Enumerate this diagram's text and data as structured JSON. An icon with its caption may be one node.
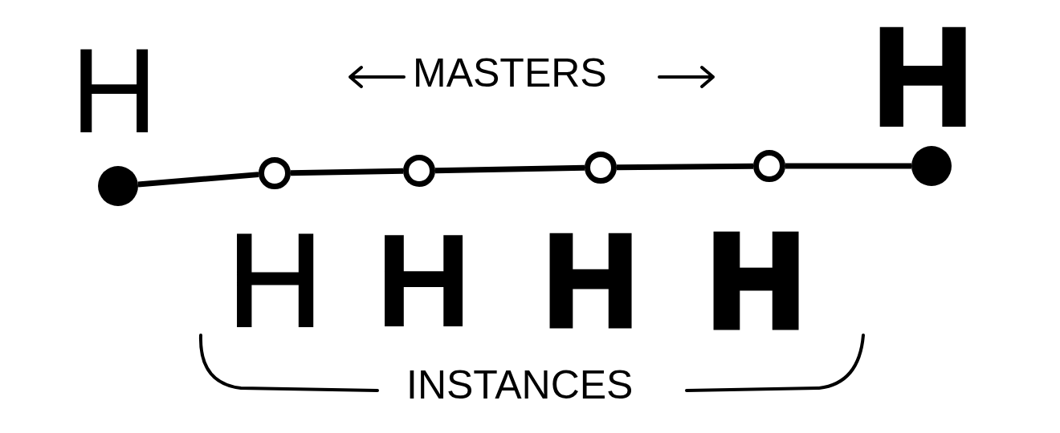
{
  "diagram": {
    "nodes": [
      {
        "text": [],
        "shape": "dot"
      },
      {
        "text": [],
        "shape": "circle"
      },
      {
        "text": [],
        "shape": "circle"
      },
      {
        "text": [],
        "shape": "circle"
      },
      {
        "text": [],
        "shape": "circle"
      },
      {
        "text": [],
        "shape": "dot"
      }
    ],
    "edges": [
      {
        "from": 0,
        "to": 1,
        "arrow": "none"
      },
      {
        "from": 1,
        "to": 2,
        "arrow": "none"
      },
      {
        "from": 2,
        "to": 3,
        "arrow": "none"
      },
      {
        "from": 3,
        "to": 4,
        "arrow": "none"
      },
      {
        "from": 4,
        "to": 5,
        "arrow": "none"
      }
    ],
    "labels": [
      "H",
      "MASTERS",
      "H",
      "H",
      "H",
      "H",
      "H",
      "INSTANCES"
    ]
  }
}
